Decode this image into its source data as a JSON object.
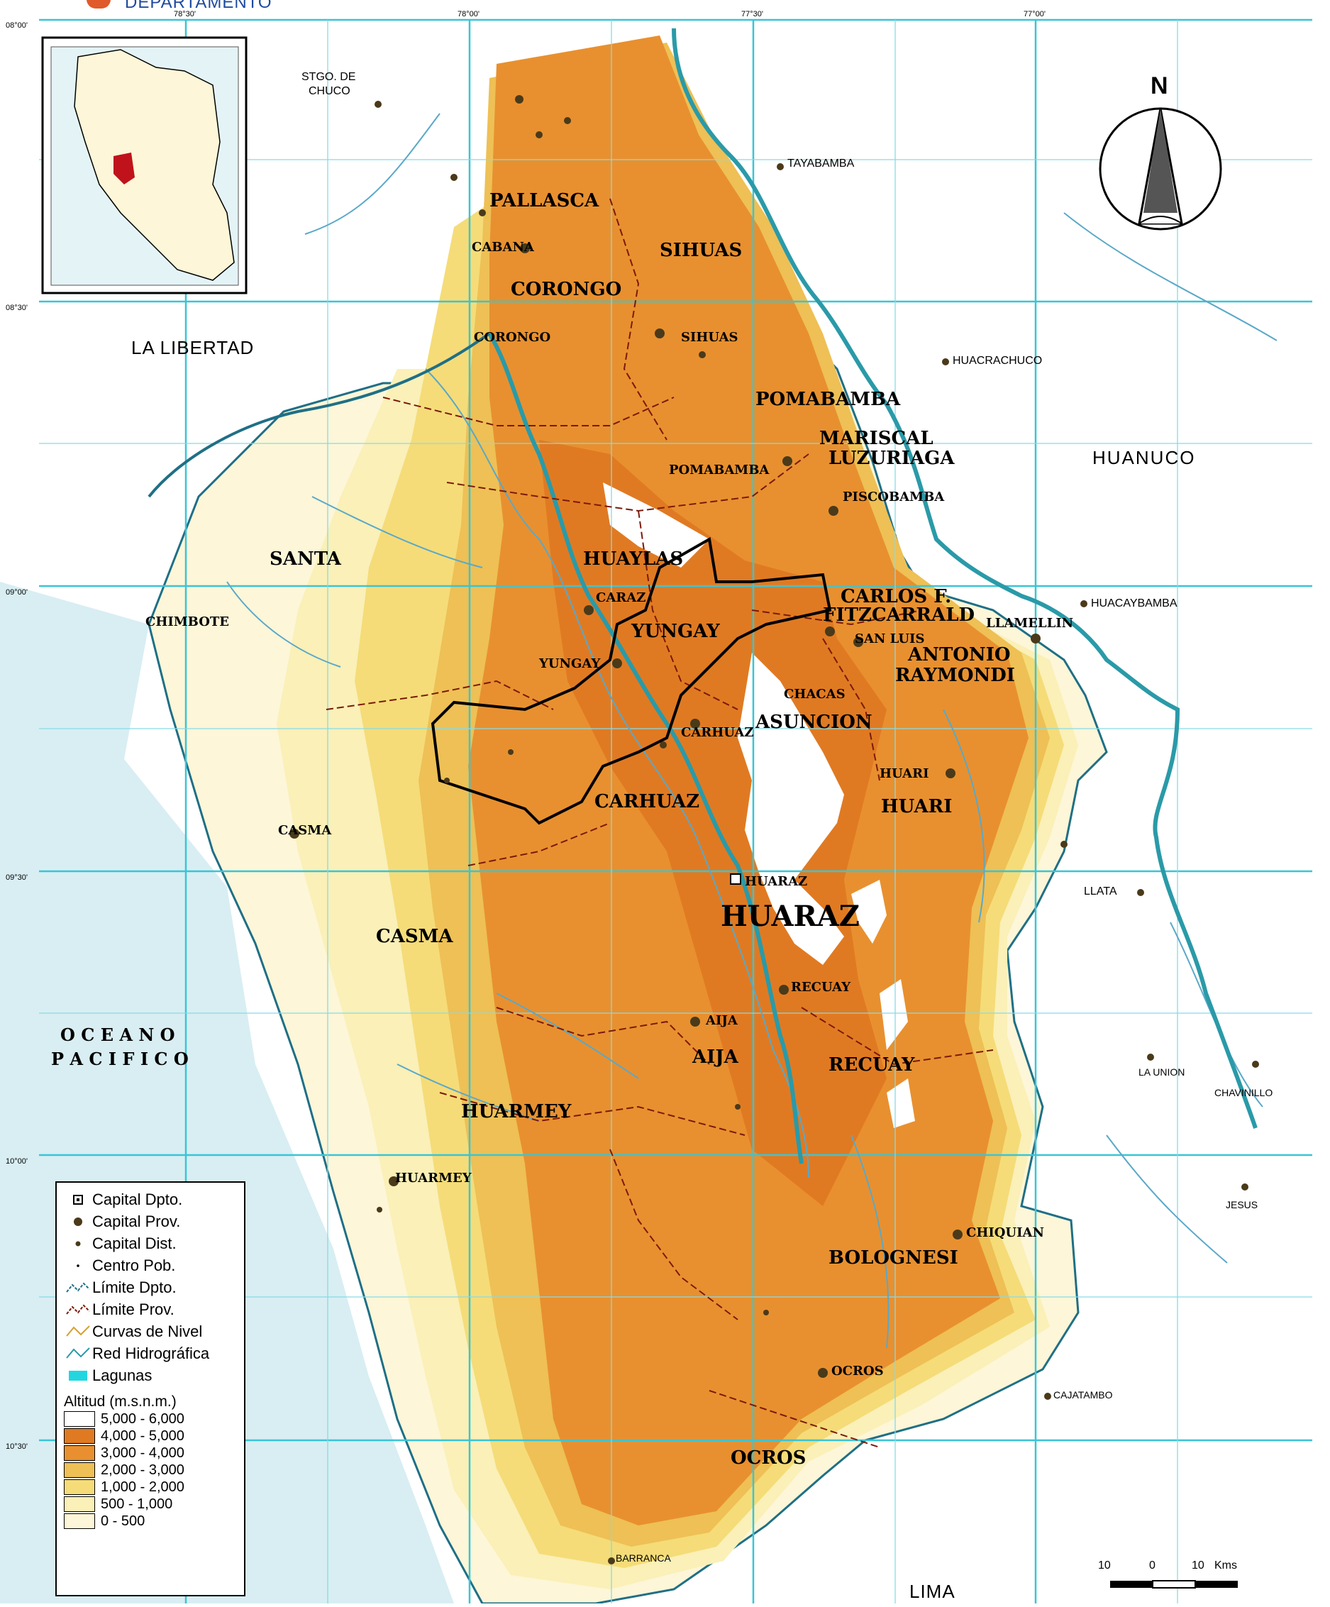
{
  "header": {
    "subtitle": "DEPARTAMENTO"
  },
  "colors": {
    "ocean": "#d8eef3",
    "white_zone": "#ffffff",
    "alt_0_500": "#fdf6d8",
    "alt_500_1000": "#faf0b8",
    "alt_1000_2000": "#f5dc78",
    "alt_2000_3000": "#eec055",
    "alt_3000_4000": "#e8902f",
    "alt_4000_5000": "#e07a22",
    "alt_5000_6000": "#ffffff",
    "grid": "#39c5d6",
    "river_main": "#2a9aa8",
    "river": "#5aa8c8",
    "border_dept": "#1f6f86"
  },
  "lat_labels": [
    "08°00'",
    "08°30'",
    "09°00'",
    "09°30'",
    "10°00'",
    "10°30'"
  ],
  "lon_labels": [
    "78°30'",
    "78°00'",
    "77°30'",
    "77°00'"
  ],
  "neighbors": [
    "LA LIBERTAD",
    "HUANUCO",
    "LIMA"
  ],
  "ocean_label": [
    "O C E A N O",
    "P A C I F I C O"
  ],
  "north_label": "N",
  "provinces": [
    "PALLASCA",
    "CORONGO",
    "SIHUAS",
    "POMABAMBA",
    "MARISCAL",
    "LUZURIAGA",
    "SANTA",
    "HUAYLAS",
    "YUNGAY",
    "CARLOS F.",
    "FITZCARRALD",
    "ANTONIO",
    "RAYMONDI",
    "ASUNCION",
    "CARHUAZ",
    "HUARI",
    "HUARAZ",
    "CASMA",
    "AIJA",
    "RECUAY",
    "HUARMEY",
    "BOLOGNESI",
    "OCROS"
  ],
  "prov_capitals": [
    "CABANA",
    "CORONGO",
    "SIHUAS",
    "POMABAMBA",
    "PISCOBAMBA",
    "CARAZ",
    "YUNGAY",
    "CHIMBOTE",
    "CARHUAZ",
    "HUARI",
    "CHACAS",
    "SAN LUIS",
    "LLAMELLIN",
    "CASMA",
    "AIJA",
    "RECUAY",
    "HUARMEY",
    "CHIQUIAN",
    "OCROS"
  ],
  "dept_capital": "HUARAZ",
  "outside_towns": [
    "STGO. DE",
    "CHUCO",
    "TAYABAMBA",
    "HUACRACHUCO",
    "HUACAYBAMBA",
    "LLATA",
    "LA UNION",
    "CHAVINILLO",
    "JESUS",
    "CAJATAMBO",
    "BARRANCA"
  ],
  "legend": {
    "items": [
      "Capital Dpto.",
      "Capital Prov.",
      "Capital Dist.",
      "Centro Pob.",
      "Límite Dpto.",
      "Límite Prov.",
      "Curvas de Nivel",
      "Red Hidrográfica",
      "Lagunas"
    ],
    "altitude_title": "Altitud (m.s.n.m.)",
    "altitude_ranges": [
      "5,000 - 6,000",
      "4,000 - 5,000",
      "3,000 - 4,000",
      "2,000 - 3,000",
      "1,000 - 2,000",
      "500 - 1,000",
      "0 - 500"
    ]
  },
  "scale": {
    "left": "10",
    "mid": "0",
    "right": "10",
    "unit": "Kms"
  }
}
